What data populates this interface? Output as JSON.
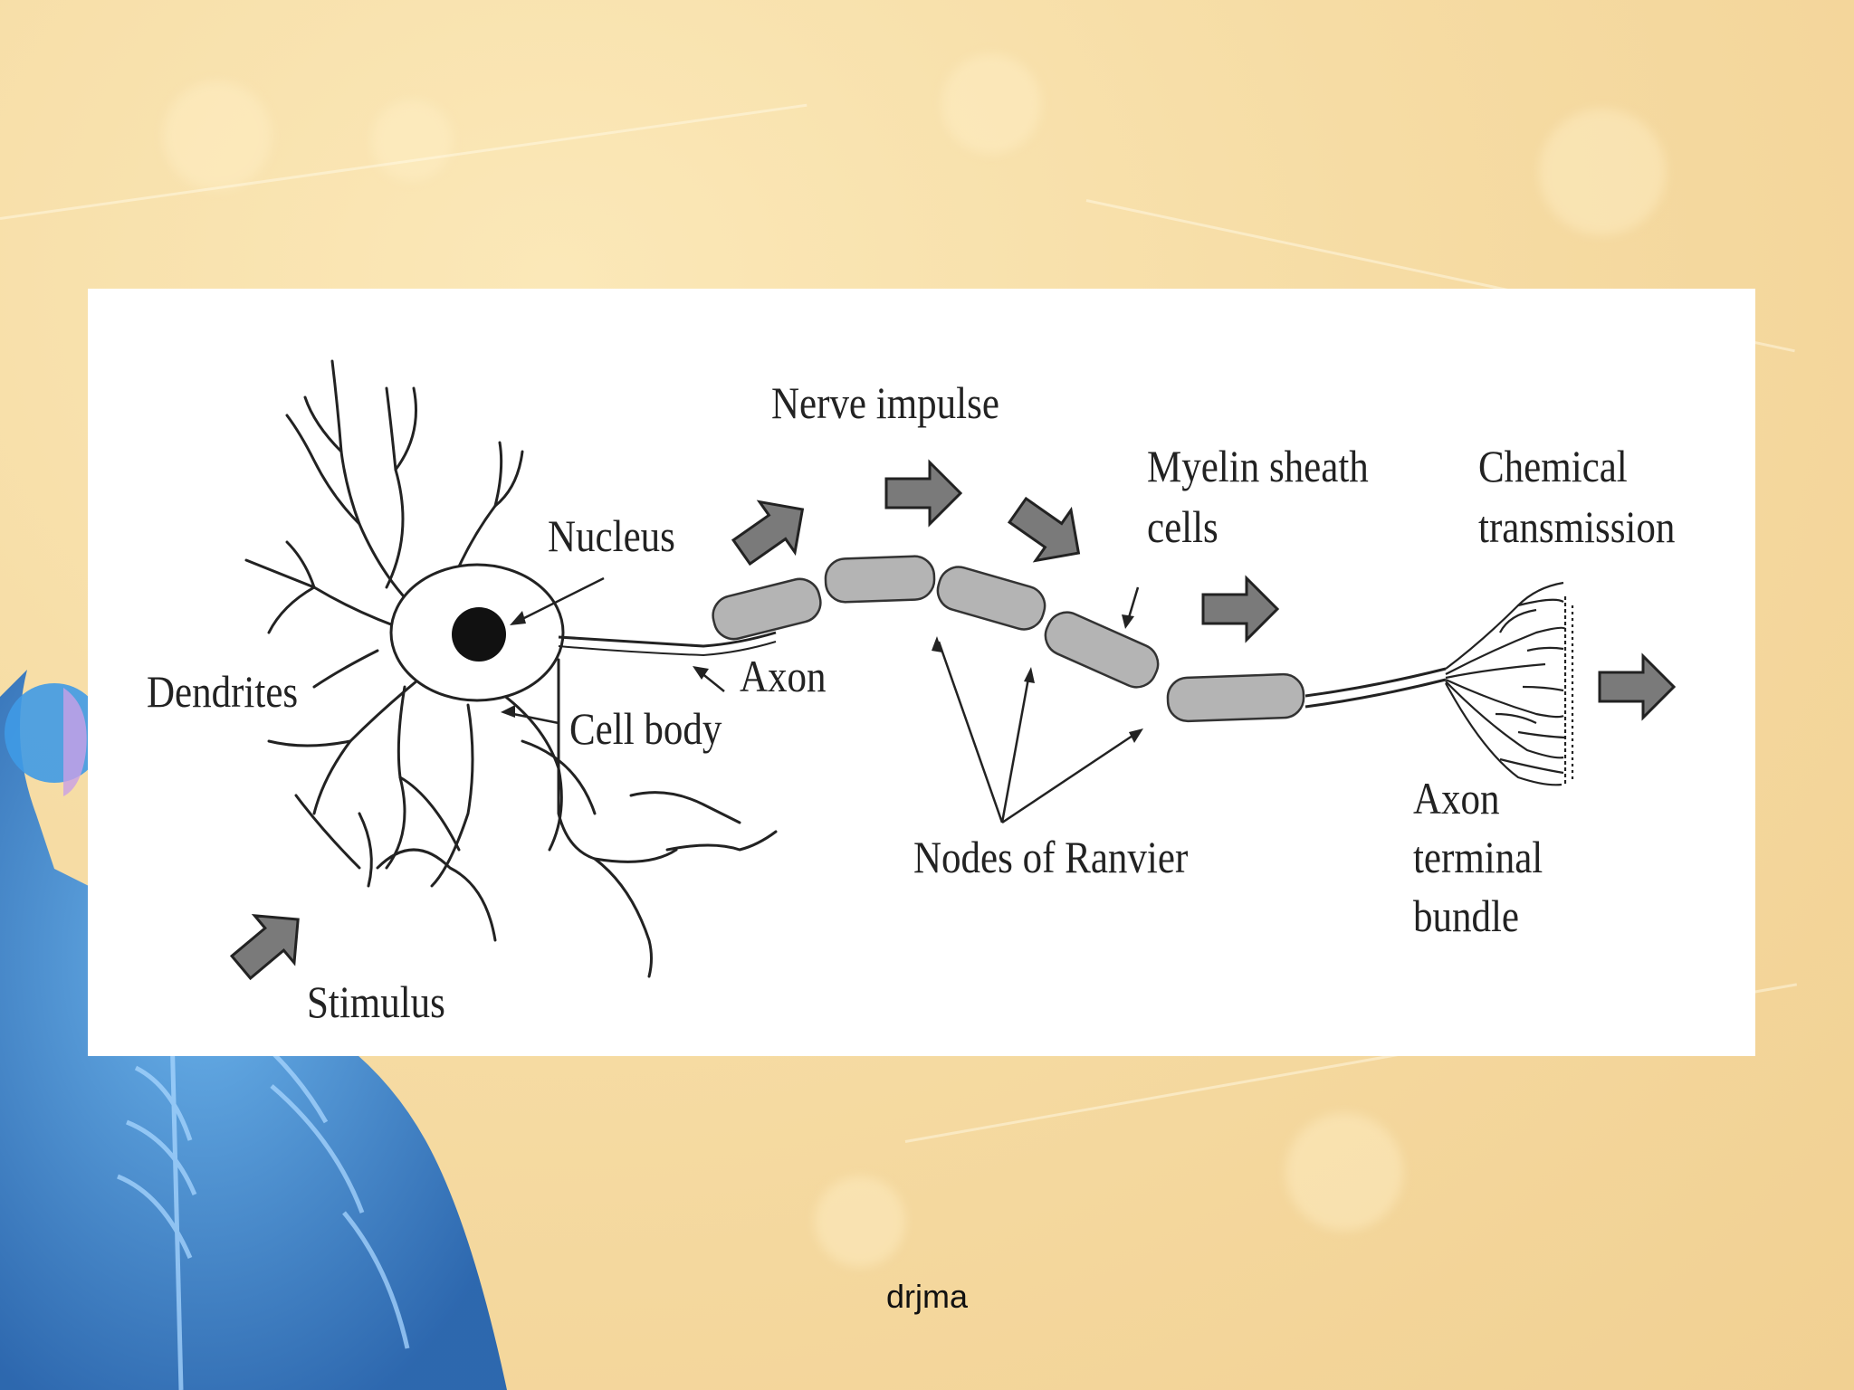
{
  "slide": {
    "footer": "drjma",
    "background_color": "#f6dca4",
    "figure_color": "#2f86d8"
  },
  "diagram": {
    "labels": {
      "nerve_impulse": "Nerve impulse",
      "myelin_line1": "Myelin sheath",
      "myelin_line2": "cells",
      "chemical_line1": "Chemical",
      "chemical_line2": "transmission",
      "nucleus": "Nucleus",
      "dendrites": "Dendrites",
      "axon": "Axon",
      "cell_body": "Cell body",
      "nodes_of_ranvier": "Nodes of Ranvier",
      "terminal_line1": "Axon",
      "terminal_line2": "terminal",
      "terminal_line3": "bundle",
      "stimulus": "Stimulus"
    },
    "arrow_color": "#7a7a7a",
    "myelin_color": "#b4b4b4"
  }
}
